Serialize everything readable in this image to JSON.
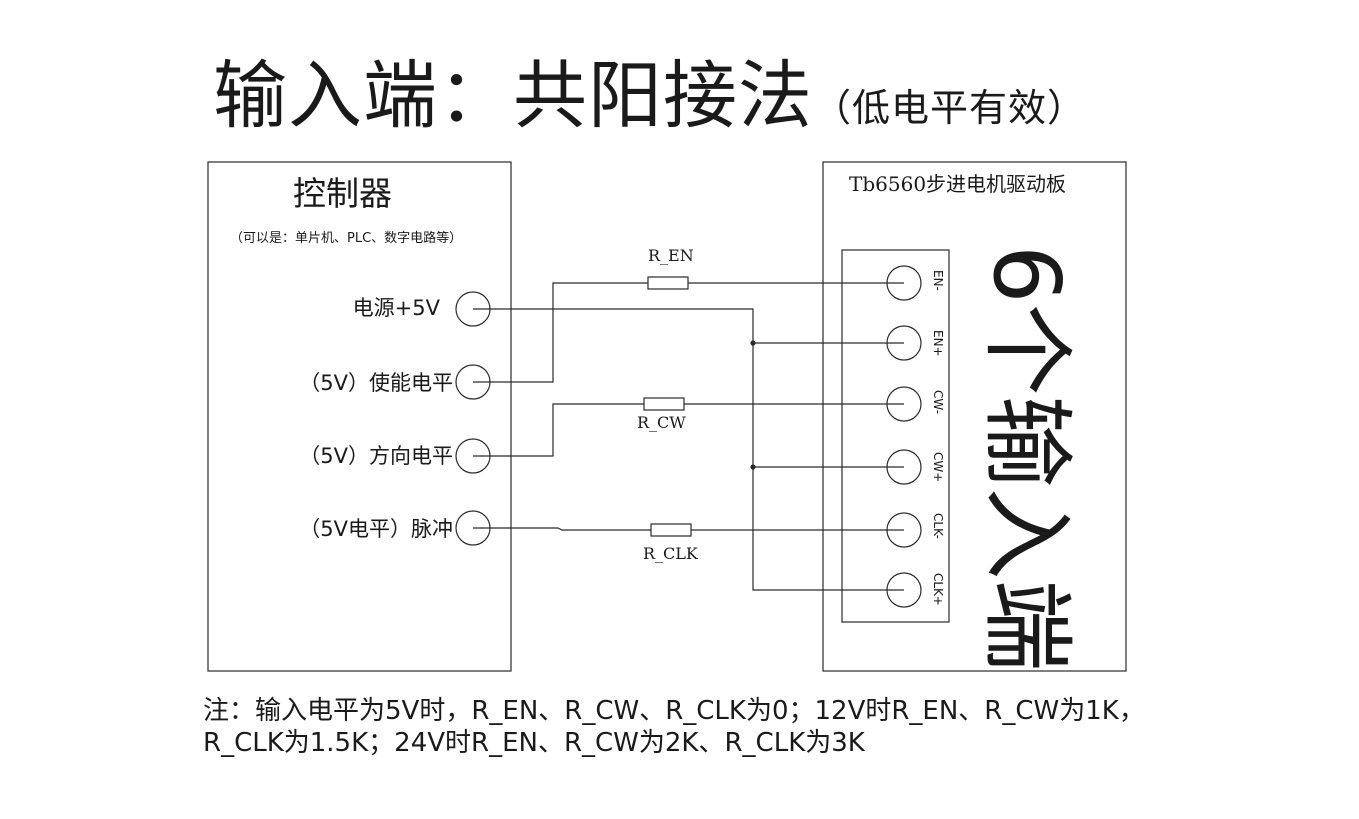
{
  "title": {
    "main": "输入端：共阳接法",
    "sub": "（低电平有效）"
  },
  "controller": {
    "title": "控制器",
    "subtitle": "（可以是：单片机、PLC、数字电路等）",
    "pins": [
      {
        "label": "电源+5V"
      },
      {
        "label": "（5V）使能电平"
      },
      {
        "label": "（5V）方向电平"
      },
      {
        "label": "（5V电平）脉冲"
      }
    ]
  },
  "driver": {
    "title": "Tb6560步进电机驱动板",
    "terminals": [
      {
        "label": "EN-"
      },
      {
        "label": "EN+"
      },
      {
        "label": "CW-"
      },
      {
        "label": "CW+"
      },
      {
        "label": "CLK-"
      },
      {
        "label": "CLK+"
      }
    ],
    "side_label": "6个输入端"
  },
  "resistors": [
    {
      "label": "R_EN"
    },
    {
      "label": "R_CW"
    },
    {
      "label": "R_CLK"
    }
  ],
  "note": {
    "line1": "注：输入电平为5V时，R_EN、R_CW、R_CLK为0；12V时R_EN、R_CW为1K，",
    "line2": "R_CLK为1.5K；24V时R_EN、R_CW为2K、R_CLK为3K"
  },
  "colors": {
    "line": "#2a2a2a",
    "text": "#1a1a1a",
    "background": "#ffffff"
  }
}
